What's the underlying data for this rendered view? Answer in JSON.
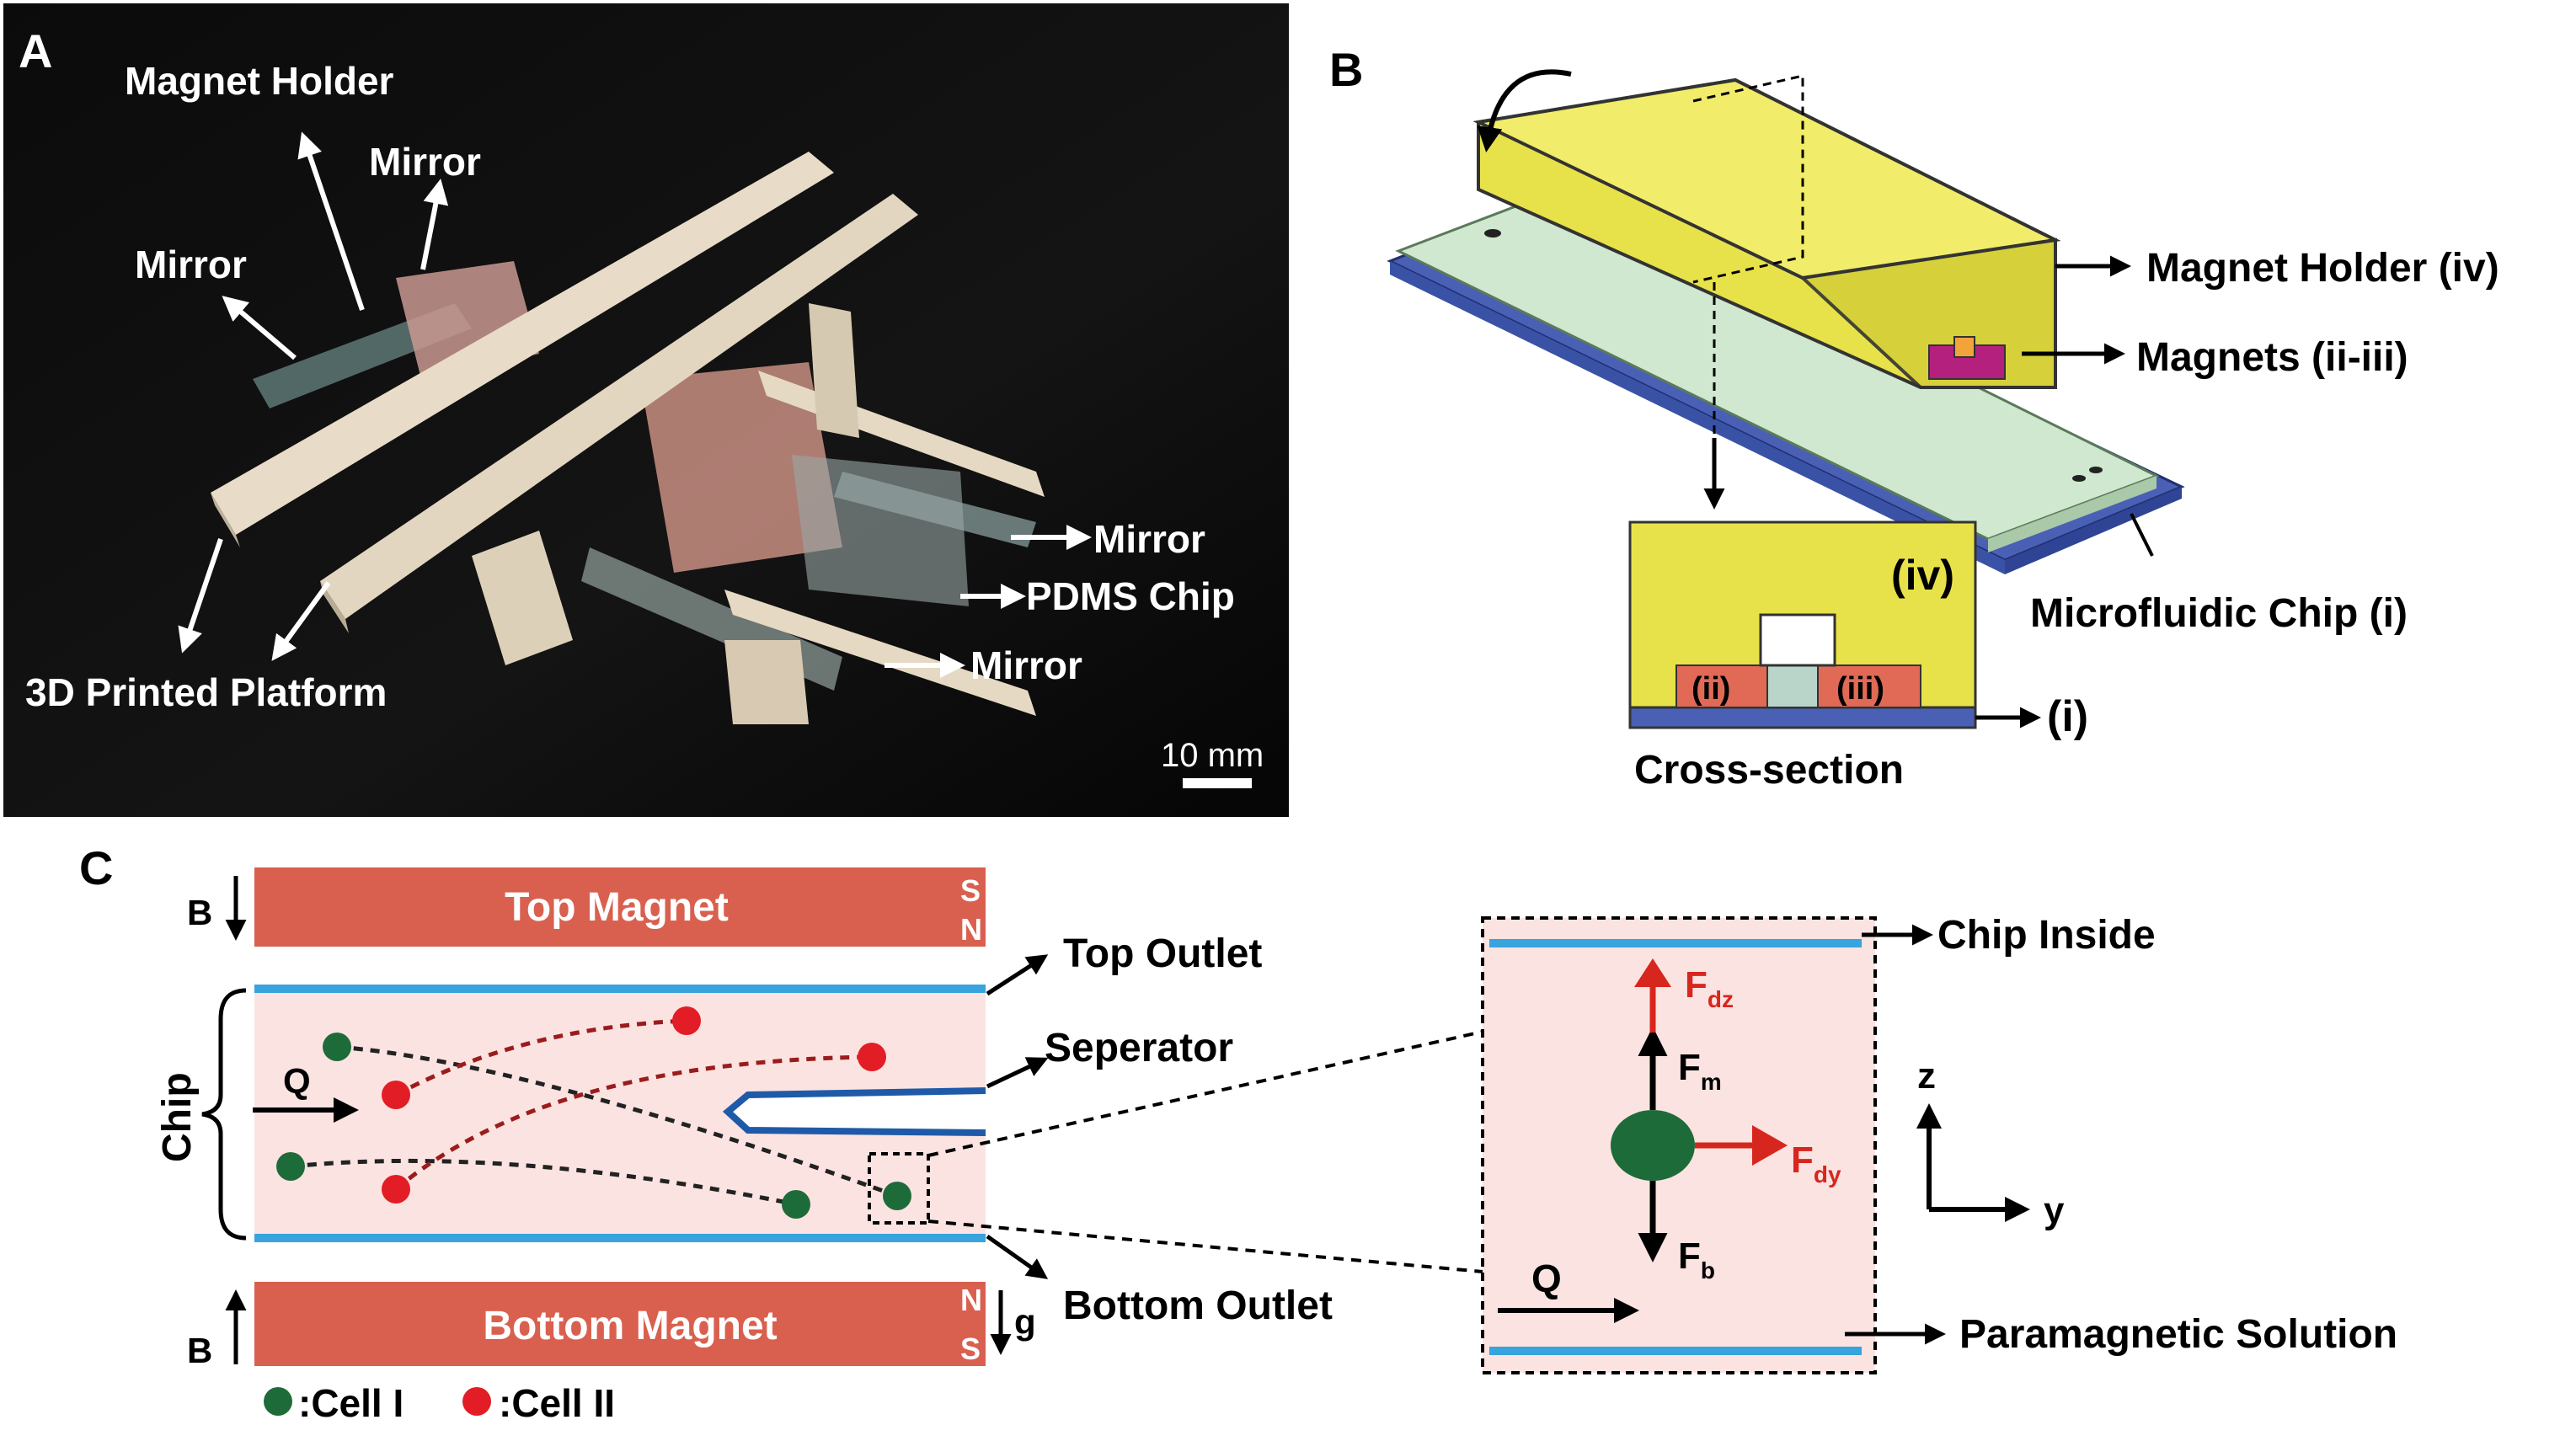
{
  "panels": {
    "a": {
      "letter": "A",
      "labels": {
        "magnet_holder": "Magnet Holder",
        "mirror_top": "Mirror",
        "mirror_left": "Mirror",
        "mirror_right": "Mirror",
        "pdms_chip": "PDMS Chip",
        "mirror_bottom": "Mirror",
        "platform": "3D Printed Platform"
      },
      "scale_bar": "10 mm"
    },
    "b": {
      "letter": "B",
      "labels": {
        "magnet_holder": "Magnet Holder (iv)",
        "magnets": "Magnets (ii-iii)",
        "chip": "Microfluidic Chip (i)",
        "cross_section": "Cross-section"
      },
      "inset": {
        "iv": "(iv)",
        "ii": "(ii)",
        "iii": "(iii)",
        "i": "(i)"
      }
    },
    "c": {
      "letter": "C",
      "top_magnet": "Top Magnet",
      "bottom_magnet": "Bottom Magnet",
      "top_poles": [
        "S",
        "N"
      ],
      "bottom_poles": [
        "N",
        "S"
      ],
      "b_label": "B",
      "chip_label": "Chip",
      "flow": "Q",
      "gravity": "g",
      "outlets": {
        "top": "Top Outlet",
        "separator": "Seperator",
        "bottom": "Bottom Outlet"
      },
      "legend": [
        {
          "symbol_color": "#1e6b3a",
          "label": ":Cell I"
        },
        {
          "symbol_color": "#e31d25",
          "label": ":Cell II"
        }
      ],
      "zoom": {
        "chip_inside": "Chip Inside",
        "solution": "Paramagnetic Solution",
        "forces": {
          "F": "F",
          "dz": "dz",
          "m": "m",
          "dy": "dy",
          "b": "b"
        },
        "axes": {
          "z": "z",
          "y": "y"
        },
        "flow": "Q"
      }
    },
    "colors": {
      "magnet": "#d9604f",
      "chip_bg": "#fbe3e1",
      "wall": "#38a3dc",
      "holder": "#e8e24a",
      "chip_blue": "#4960b5",
      "chip_green": "#cfe8cf",
      "cell_green": "#1e6b3a",
      "cell_red": "#e31d25",
      "force_red": "#d7261e"
    }
  }
}
